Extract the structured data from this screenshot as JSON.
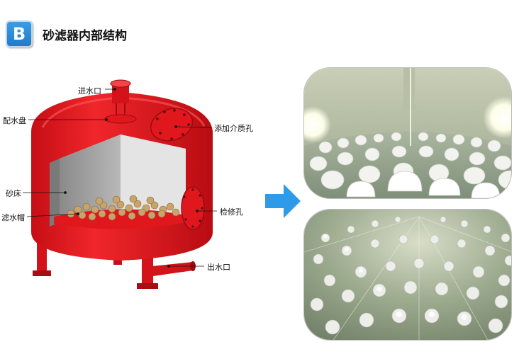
{
  "header": {
    "badge_letter": "B",
    "title": "砂滤器内部结构"
  },
  "diagram": {
    "labels": {
      "inlet": "进水口",
      "distributor": "配水盘",
      "media_port": "添加介质孔",
      "sand_bed": "砂床",
      "filter_cap": "滤水帽",
      "inspection_port": "检修孔",
      "outlet": "出水口"
    },
    "colors": {
      "vessel": "#e8141b",
      "vessel_dark": "#b30d12",
      "interior": "#cfcfcf",
      "sand": "#c9a46a"
    }
  },
  "arrow": {
    "color": "#2f9be8"
  },
  "photos": [
    {
      "subject": "filter caps viewed from side inside tank"
    },
    {
      "subject": "filter caps viewed from above on plate"
    }
  ]
}
